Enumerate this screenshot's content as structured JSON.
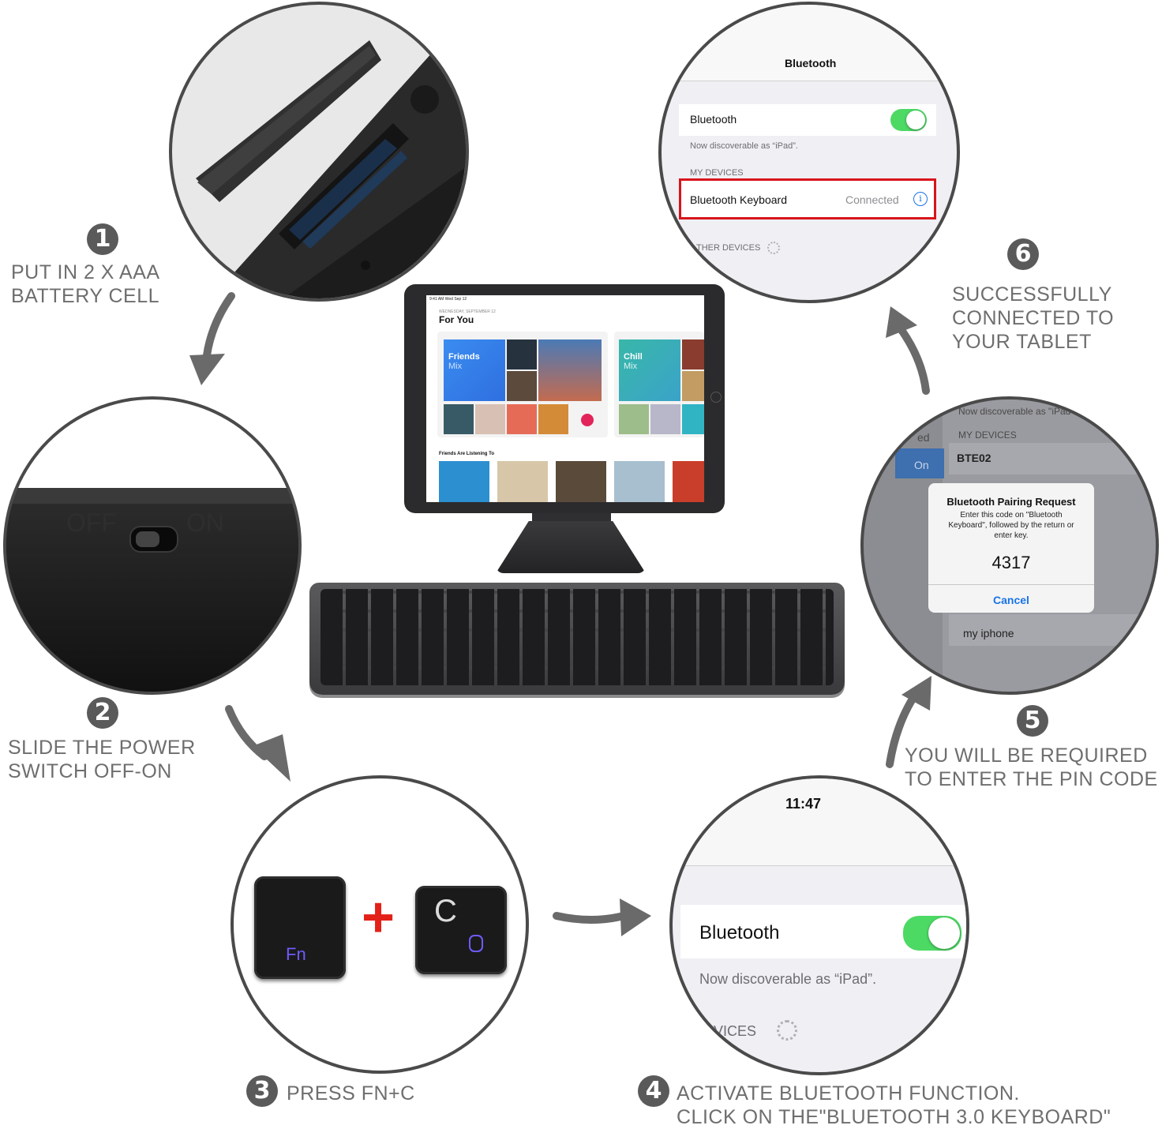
{
  "steps": [
    {
      "num": "1",
      "lines": [
        "PUT IN 2 X AAA",
        "BATTERY CELL"
      ]
    },
    {
      "num": "2",
      "lines": [
        "SLIDE THE POWER",
        "SWITCH OFF-ON"
      ]
    },
    {
      "num": "3",
      "lines": [
        "PRESS FN+C"
      ]
    },
    {
      "num": "4",
      "lines": [
        "ACTIVATE BLUETOOTH FUNCTION.",
        "CLICK ON THE\"BLUETOOTH 3.0 KEYBOARD\""
      ]
    },
    {
      "num": "5",
      "lines": [
        "YOU WILL BE REQUIRED",
        "TO ENTER THE PIN CODE"
      ]
    },
    {
      "num": "6",
      "lines": [
        "SUCCESSFULLY",
        "CONNECTED TO",
        "YOUR TABLET"
      ]
    }
  ],
  "switch_labels": {
    "off": "OFF",
    "on": "ON"
  },
  "keys": {
    "fn": "Fn",
    "c": "C",
    "plus": "+"
  },
  "screen4": {
    "time": "11:47",
    "bluetooth_label": "Bluetooth",
    "discoverable": "Now discoverable as “iPad”.",
    "devices_partial": "VICES"
  },
  "screen5": {
    "discoverable_partial": "Now discoverable as \"iPad\"",
    "my_devices": "MY DEVICES",
    "device1": "BTE02",
    "side_partial": "ed",
    "side_on": "On",
    "dialog_title": "Bluetooth Pairing Request",
    "dialog_body": [
      "Enter this code on \"Bluetooth",
      "Keyboard\", followed by the return or",
      "enter key."
    ],
    "pin": "4317",
    "cancel": "Cancel",
    "device2": "my iphone"
  },
  "screen6": {
    "header": "Bluetooth",
    "bluetooth_label": "Bluetooth",
    "discoverable": "Now discoverable as “iPad”.",
    "my_devices": "MY DEVICES",
    "device": "Bluetooth Keyboard",
    "status": "Connected",
    "other_devices": "THER DEVICES"
  },
  "tablet": {
    "status": "9:41 AM  Wed Sep 12",
    "date": "WEDNESDAY, SEPTEMBER 12",
    "heading": "For You",
    "mix1_title": "Friends",
    "mix1_sub": "Mix",
    "mix2_title": "Chill",
    "mix2_sub": "Mix",
    "section2": "Friends Are Listening To"
  },
  "colors": {
    "toggle_on": "#4cd964",
    "link_blue": "#1a73e8",
    "highlight_red": "#d9141b",
    "fn_purple": "#6e5bff",
    "plus_red": "#e32118"
  }
}
